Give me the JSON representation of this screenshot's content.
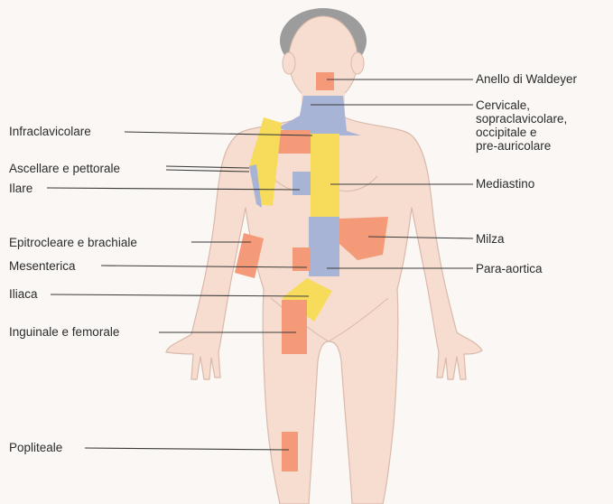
{
  "colors": {
    "background": "#faf7f4",
    "skin": "#f6ddd0",
    "skin_outline": "#d9b9aa",
    "hair": "#9c9c9c",
    "blue_region": "#a8b4d6",
    "yellow_region": "#f7dc5b",
    "orange_region": "#f49a78",
    "leader_line": "#3a3a3a"
  },
  "labels": {
    "anello": "Anello di Waldeyer",
    "cervicale": "Cervicale,\nsopraclavicolare,\noccipitale e\npre-auricolare",
    "infraclavicolare": "Infraclavicolare",
    "ascellare": "Ascellare e pettorale",
    "ilare": "Ilare",
    "mediastino": "Mediastino",
    "epitrocleare": "Epitrocleare e brachiale",
    "milza": "Milza",
    "mesenterica": "Mesenterica",
    "para_aortica": "Para-aortica",
    "iliaca": "Iliaca",
    "inguinale": "Inguinale e femorale",
    "popliteale": "Popliteale"
  }
}
